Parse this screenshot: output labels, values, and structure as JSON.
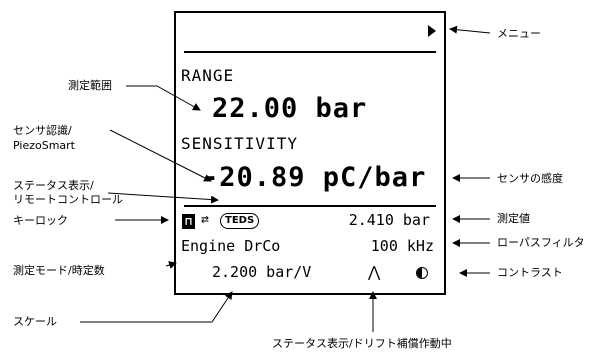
{
  "screen": {
    "range_label": "RANGE",
    "range_value": "22.00 bar",
    "sensitivity_label": "SENSITIVITY",
    "sensitivity_value": "-20.89 pC/bar",
    "lock_glyph": "🔒",
    "teds_badge": "TEDS",
    "measured_value": "2.410 bar",
    "mode_text": "Engine DrCo",
    "lowpass_text": "100 kHz",
    "scale_text": "2.200 bar/V"
  },
  "annotations": {
    "menu": "メニュー",
    "range": "測定範囲",
    "sensor_recognition_line1": "センサ認識/",
    "sensor_recognition_line2": "PiezoSmart",
    "status_remote_line1": "ステータス表示/",
    "status_remote_line2": "リモートコントロール",
    "key_lock": "キーロック",
    "sensor_sensitivity": "センサの感度",
    "measured_value": "測定値",
    "lowpass_filter": "ローパスフィルタ",
    "measure_mode": "測定モード/時定数",
    "contrast": "コントラスト",
    "scale": "スケール",
    "status_drift": "ステータス表示/ドリフト補償作動中"
  },
  "icons": [
    "menu-arrow-icon",
    "lock-icon",
    "remote-control-icon",
    "teds-icon",
    "drift-compensation-icon",
    "contrast-icon"
  ]
}
